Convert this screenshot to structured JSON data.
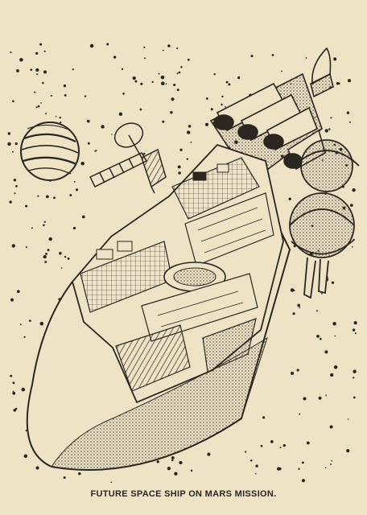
{
  "caption": "FUTURE SPACE SHIP ON MARS MISSION.",
  "colors": {
    "paper": "#efe3c6",
    "ink": "#2b2620"
  },
  "illustration": {
    "subject": "spaceship-cutaway-illustration",
    "elements": [
      "planet",
      "satellite-dish",
      "rocket-booster-cluster",
      "spherical-fuel-tanks",
      "rocket-nose",
      "ship-hull-cutaway",
      "star-field"
    ]
  }
}
